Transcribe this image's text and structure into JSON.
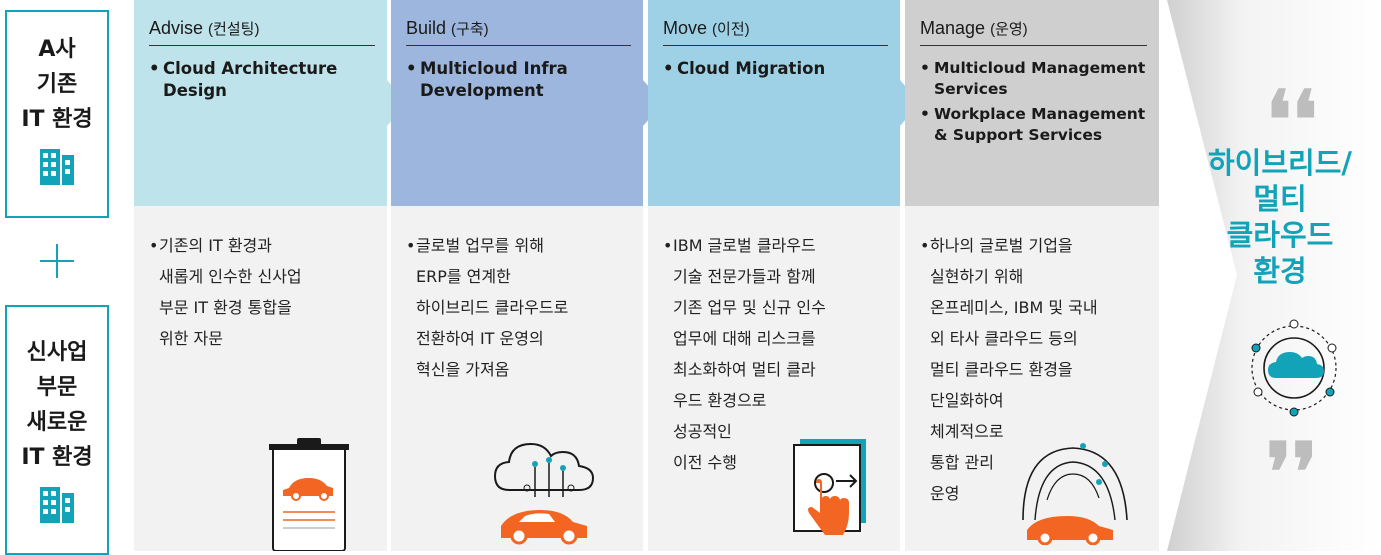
{
  "left": {
    "company_a": "A사\n기존\nIT 환경",
    "new_business": "신사업\n부문\n새로운\nIT 환경"
  },
  "stages": [
    {
      "phase": "Advise",
      "phase_ko": "(컨설팅)",
      "items": [
        "Cloud Architecture Design"
      ],
      "desc": "기존의 IT 환경과\n새롭게 인수한 신사업\n부문 IT 환경 통합을\n위한 자문",
      "icon": "clipboard-car-icon"
    },
    {
      "phase": "Build",
      "phase_ko": "(구축)",
      "items": [
        "Multicloud Infra Development"
      ],
      "desc": "글로벌 업무를 위해\nERP를 연계한\n하이브리드 클라우드로\n전환하여 IT 운영의\n혁신을 가져옴",
      "icon": "cloud-circuit-car-icon"
    },
    {
      "phase": "Move",
      "phase_ko": "(이전)",
      "items": [
        "Cloud Migration"
      ],
      "desc": "IBM 글로벌 클라우드\n기술 전문가들과 함께\n기존 업무 및 신규 인수\n업무에 대해 리스크를\n최소화하여 멀티 클라\n우드 환경으로\n성공적인\n이전 수행",
      "icon": "touch-migrate-icon"
    },
    {
      "phase": "Manage",
      "phase_ko": "(운영)",
      "items": [
        "Multicloud Management Services",
        "Workplace Management & Support Services"
      ],
      "desc": "하나의 글로벌 기업을\n실현하기 위해\n온프레미스, IBM 및 국내\n외 타사 클라우드 등의\n멀티 클라우드 환경을\n단일화하여\n체계적으로\n통합 관리\n운영",
      "icon": "speed-car-icon"
    }
  ],
  "result": {
    "text": "하이브리드/\n멀티\n클라우드\n환경",
    "open_quote": "❛❛",
    "close_quote": "❜❜",
    "icon": "cloud-network-icon"
  },
  "colors": {
    "teal": "#12a3b8",
    "orange": "#f26522",
    "advise": "#bfe3ea",
    "build": "#9db6de",
    "move": "#9fd1e6",
    "manage": "#cfcfcf"
  }
}
